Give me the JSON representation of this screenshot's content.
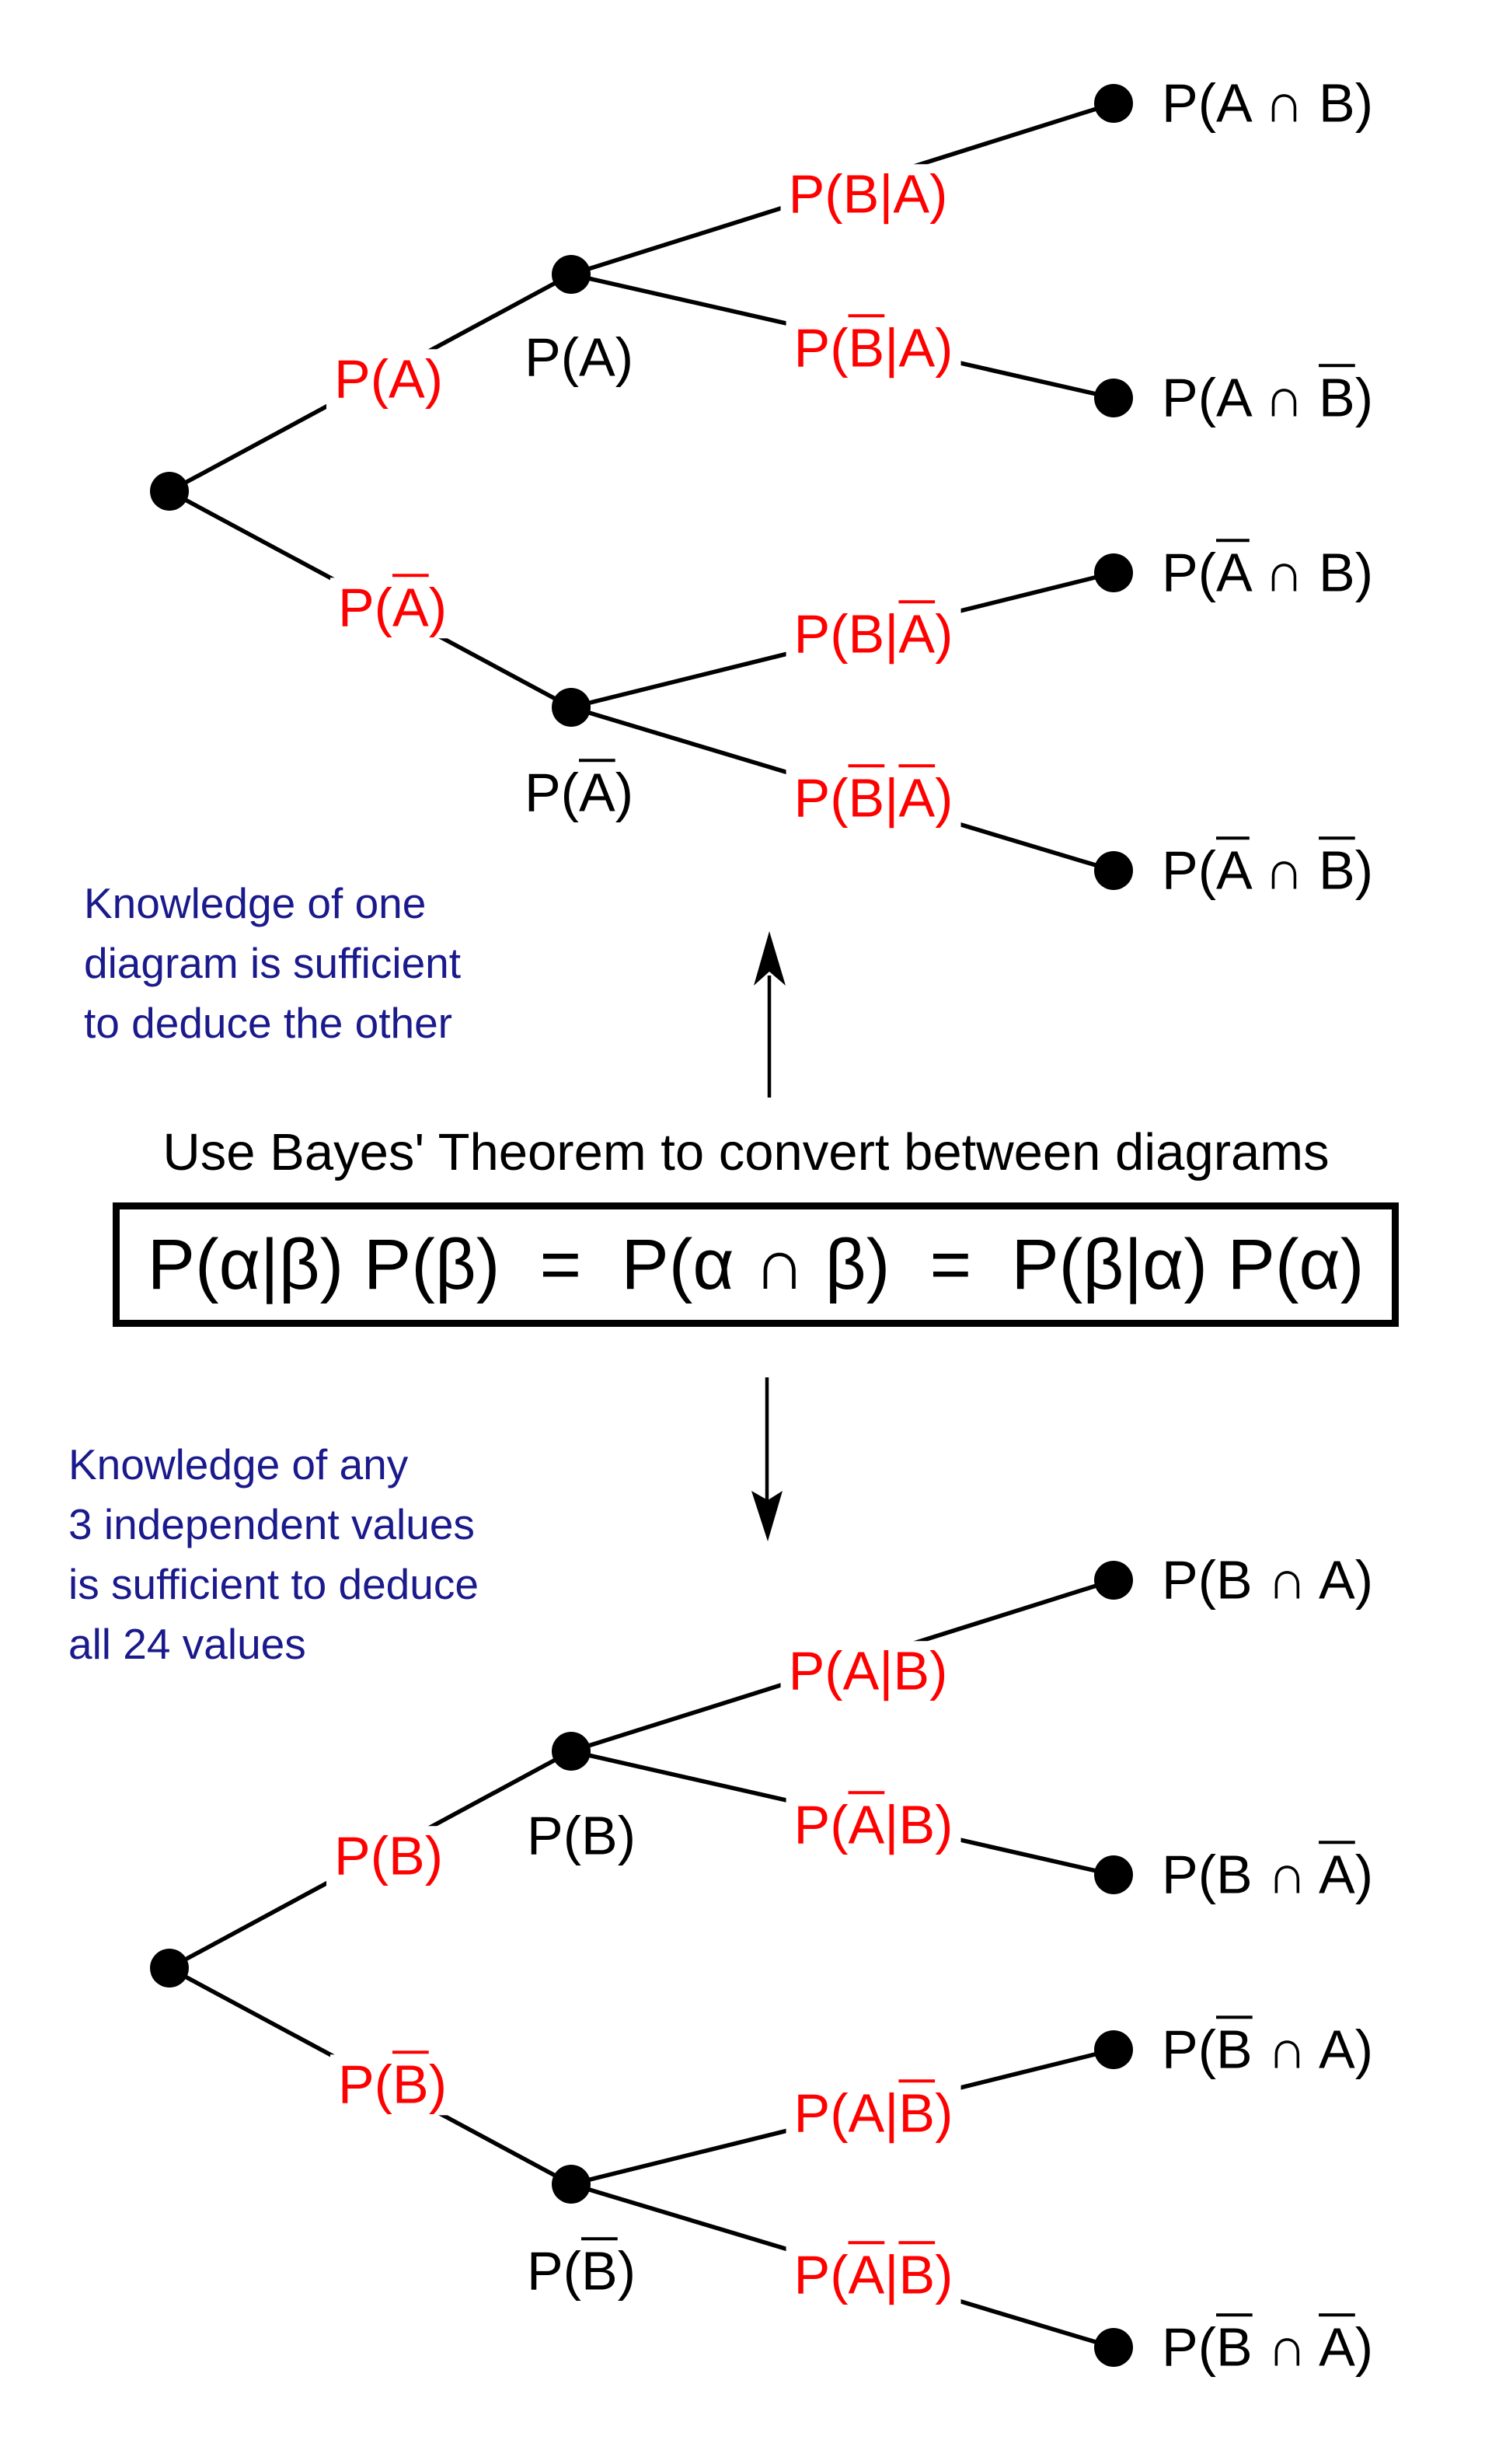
{
  "colors": {
    "red": "#ff0000",
    "navy": "#1a1a8c",
    "ink": "#000000",
    "paper": "#ffffff"
  },
  "trees": [
    {
      "name": "top",
      "edge_labels": [
        "P(A)",
        "P(Ā)",
        "P(B|A)",
        "P(B̄|A)",
        "P(B|Ā)",
        "P(B̄|Ā)"
      ],
      "node_labels": [
        "P(A)",
        "P(Ā)"
      ],
      "leaf_labels": [
        "P(A ∩ B)",
        "P(A ∩ B̄)",
        "P(Ā ∩ B)",
        "P(Ā ∩ B̄)"
      ]
    },
    {
      "name": "bottom",
      "edge_labels": [
        "P(B)",
        "P(B̄)",
        "P(A|B)",
        "P(Ā|B)",
        "P(A|B̄)",
        "P(Ā|B̄)"
      ],
      "node_labels": [
        "P(B)",
        "P(B̄)"
      ],
      "leaf_labels": [
        "P(B ∩ A)",
        "P(B ∩ Ā)",
        "P(B̄ ∩ A)",
        "P(B̄ ∩ Ā)"
      ]
    }
  ],
  "annotations": {
    "note_top": {
      "lines": [
        "Knowledge of one",
        "diagram is sufficient",
        "to deduce the other"
      ]
    },
    "note_bottom": {
      "lines": [
        "Knowledge of any",
        "3 independent values",
        "is sufficient to deduce",
        "all 24 values"
      ]
    },
    "caption": "Use Bayes' Theorem to convert between diagrams",
    "formula": "P(α|β) P(β)  =  P(α ∩ β)  =  P(β|α) P(α)"
  },
  "icons": {
    "up_arrow": "↑",
    "down_arrow": "↓"
  }
}
